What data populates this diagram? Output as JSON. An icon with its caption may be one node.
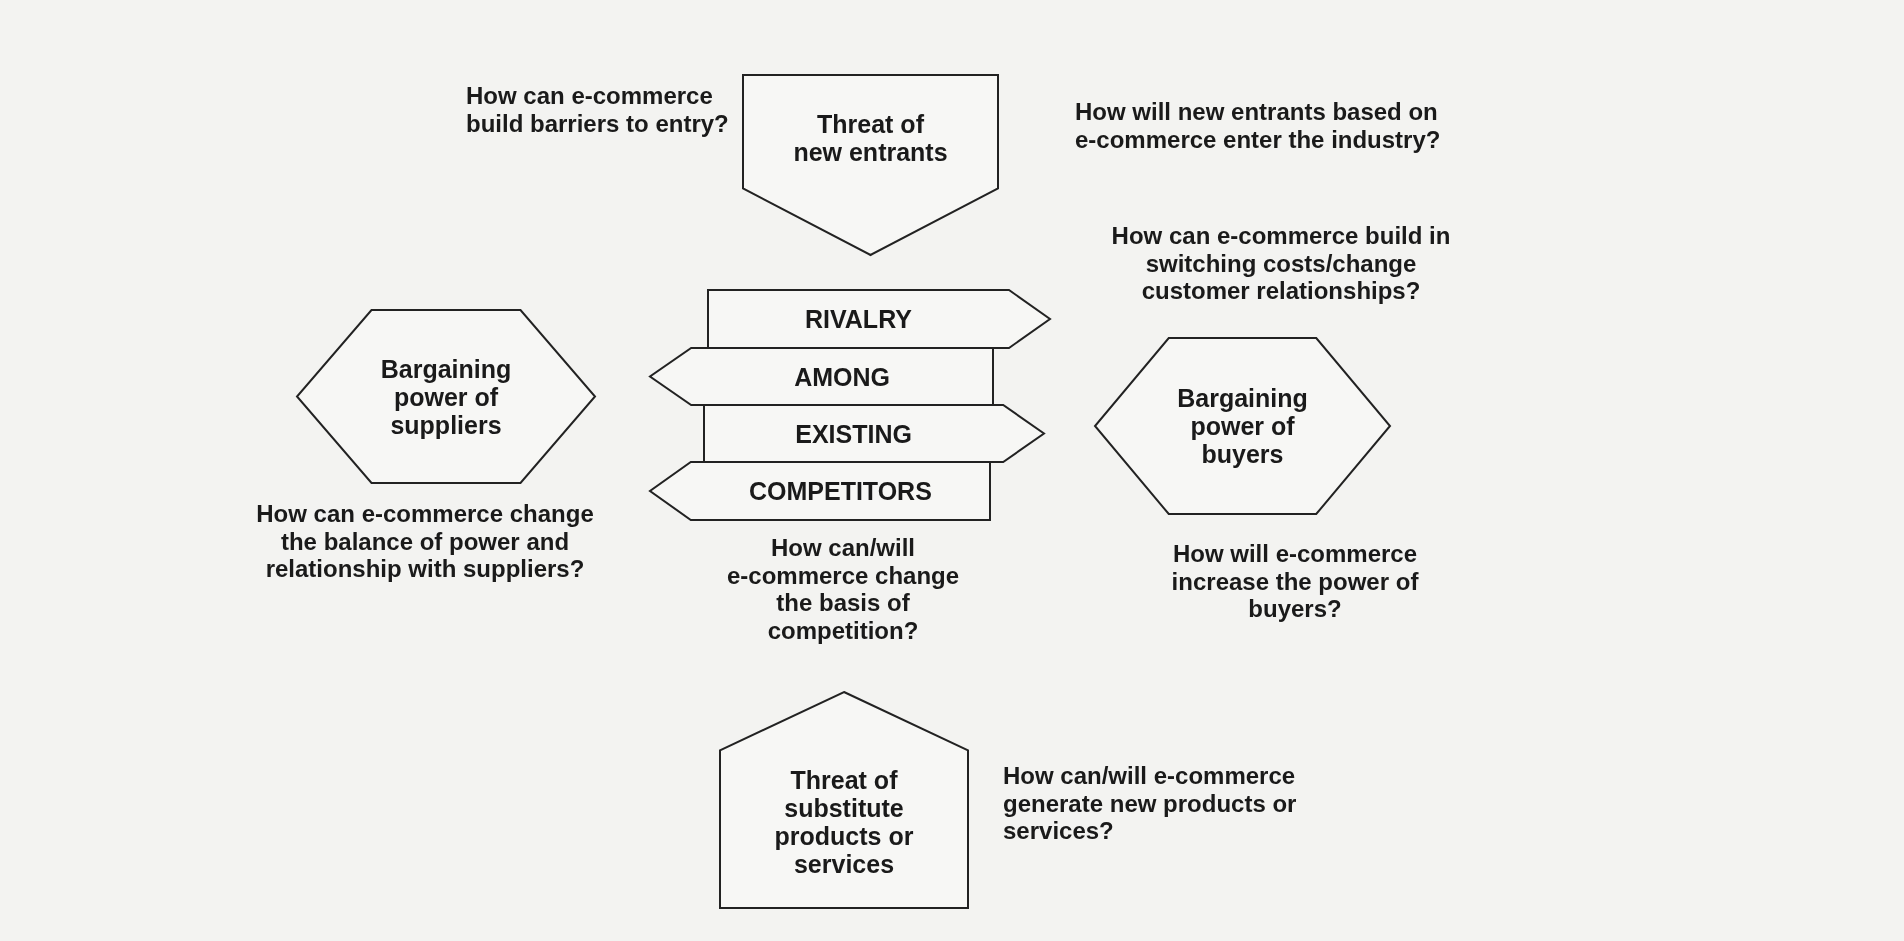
{
  "diagram": {
    "nodes": [
      {
        "text": [
          "Threat of new entrants"
        ],
        "beside": [
          "How can e-commerce build barriers to entry?",
          "How will new entrants based on e-commerce enter the industry?"
        ]
      },
      {
        "text": [
          "Bargaining power of suppliers"
        ],
        "beside": [
          "How can e-commerce change the balance of power and relationship with suppliers?"
        ]
      },
      {
        "text": [
          "RIVALRY"
        ]
      },
      {
        "text": [
          "AMONG"
        ]
      },
      {
        "text": [
          "EXISTING"
        ]
      },
      {
        "text": [
          "COMPETITORS"
        ],
        "beside": [
          "How can/will e-commerce change the basis of competition?"
        ]
      },
      {
        "text": [
          "Bargaining power of buyers"
        ],
        "beside": [
          "How will e-commerce increase the power of buyers?"
        ]
      },
      {
        "text": [
          "Threat of substitute products or services"
        ],
        "beside": [
          "How can/will e-commerce generate new products or services?"
        ]
      }
    ],
    "labels": [
      "How can e-commerce build in switching costs/change customer relationships?"
    ]
  }
}
